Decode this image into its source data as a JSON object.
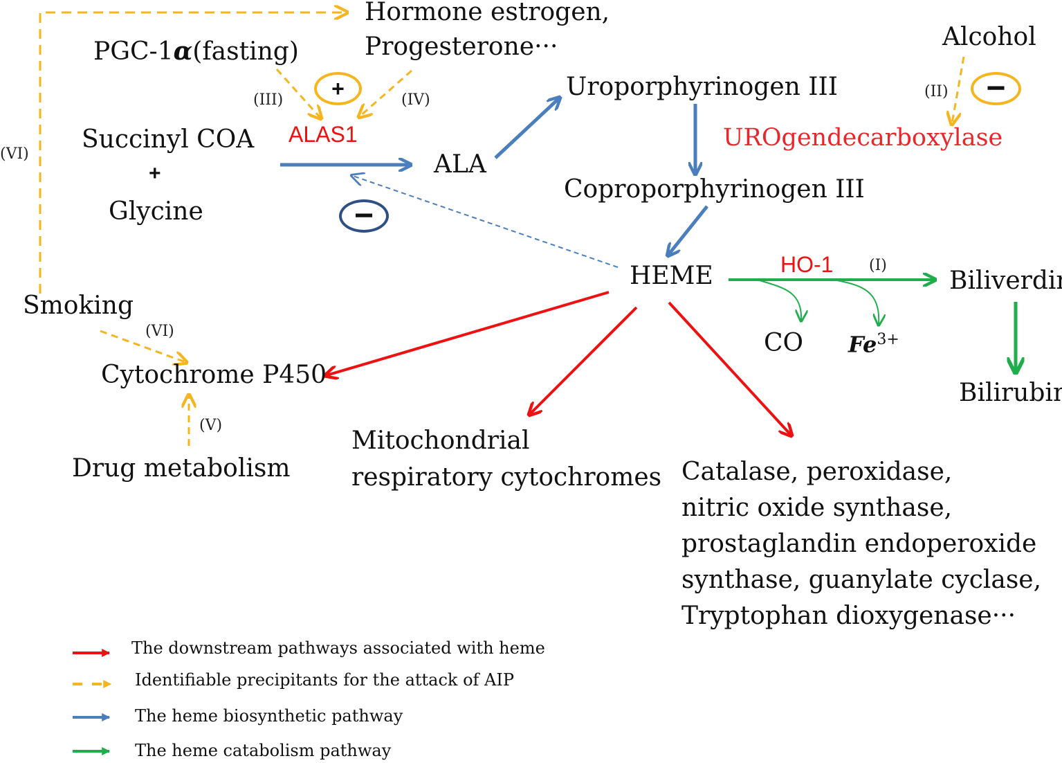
{
  "nodes": {
    "hormone_line1": "Hormone estrogen,",
    "hormone_line2": "Progesterone···",
    "pgc": "PGC-1",
    "pgc_alpha": "α",
    "pgc_fasting": "(fasting)",
    "alcohol": "Alcohol",
    "alas1": "ALAS1",
    "uroporphyrinogen": "Uroporphyrinogen  III",
    "urogen": "UROgendecarboxylase",
    "succinyl": "Succinyl COA",
    "plus": "+",
    "glycine": "Glycine",
    "ala": "ALA",
    "coproporphyrinogen": "Coproporphyrinogen  III",
    "heme": "HEME",
    "ho1": "HO-1",
    "biliverdin": "Biliverdin",
    "bilirubin": "Bilirubin",
    "co": "CO",
    "fe": "Fe",
    "fe_sup": "3+",
    "smoking": "Smoking",
    "cyp450": "Cytochrome P450",
    "drug": "Drug  metabolism",
    "mito_line1": "Mitochondrial",
    "mito_line2": "respiratory cytochromes",
    "enz_line1": "Catalase,  peroxidase,",
    "enz_line2": "nitric oxide synthase,",
    "enz_line3": "prostaglandin  endoperoxide",
    "enz_line4": "synthase, guanylate cyclase,",
    "enz_line5": "Tryptophan dioxygenase···"
  },
  "roman": {
    "r1": "(I)",
    "r2": "(II)",
    "r3": "(III)",
    "r4": "(IV)",
    "r5": "(V)",
    "r6_left": "(VI)",
    "r6_smoke": "(VI)"
  },
  "signs": {
    "promote": "+",
    "inhibit_alcohol": "−",
    "inhibit_heme": "−"
  },
  "legend": [
    {
      "label": "The downstream pathways associated with heme",
      "color": "#ee1111",
      "style": "solid"
    },
    {
      "label": "Identifiable precipitants for the attack of AIP",
      "color": "#f5b51e",
      "style": "dashed"
    },
    {
      "label": "The heme biosynthetic pathway",
      "color": "#4a7ebd",
      "style": "solid"
    },
    {
      "label": "The heme catabolism pathway",
      "color": "#1fae4b",
      "style": "solid"
    }
  ],
  "colors": {
    "red": "#ee1111",
    "yellow": "#f5b51e",
    "blue": "#4a7ebd",
    "green": "#1fae4b",
    "navy": "#2f4f85"
  }
}
